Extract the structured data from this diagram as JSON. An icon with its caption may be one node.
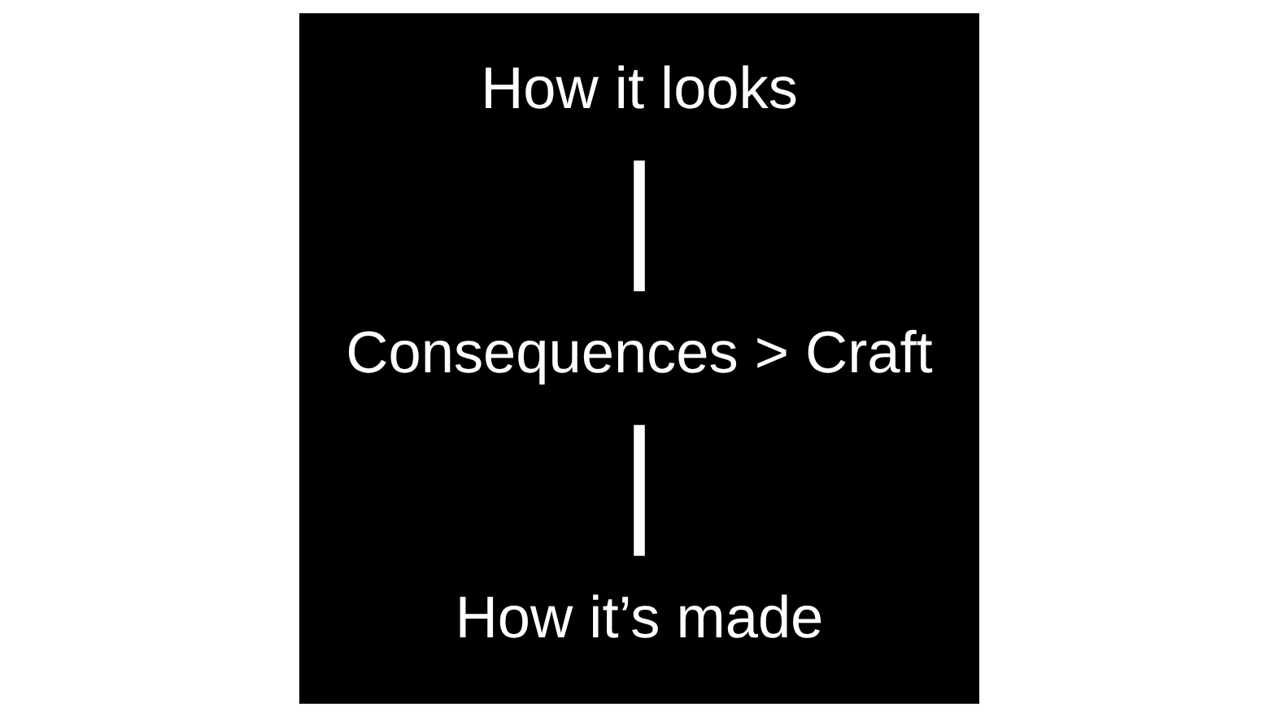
{
  "diagram": {
    "nodes": [
      {
        "text": [
          "How it looks"
        ]
      },
      {
        "text": [
          "Consequences > Craft"
        ]
      },
      {
        "text": [
          "How it’s made"
        ]
      }
    ],
    "edges": [
      {
        "from": 2,
        "to": 1,
        "arrow": "none"
      },
      {
        "from": 1,
        "to": 0,
        "arrow": "none"
      }
    ]
  }
}
